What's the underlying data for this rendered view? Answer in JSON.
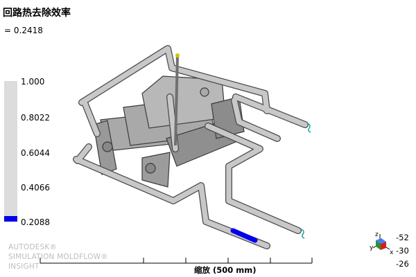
{
  "header": {
    "title": "回路热去除效率",
    "value": "= 0.2418"
  },
  "legend": {
    "labels": [
      "1.000",
      "0.8022",
      "0.6044",
      "0.4066",
      "0.2088"
    ],
    "range": [
      0.2088,
      1.0
    ],
    "current_value": 0.2418,
    "colors": {
      "bar": "#dcdcdc",
      "fill": "#0000ee"
    }
  },
  "brand": {
    "line1": "AUTODESK®",
    "line2": "SIMULATION MOLDFLOW®",
    "line3": "INSIGHT"
  },
  "scale": {
    "label": "缩放 (500 mm)"
  },
  "view_axes": {
    "x_label": "x",
    "y_label": "y",
    "z_label": "z",
    "values": [
      "-52",
      "-30",
      "-26"
    ]
  },
  "icons": {
    "model": "mold-cooling-circuit-3d-icon",
    "triad": "axis-triad-icon"
  }
}
